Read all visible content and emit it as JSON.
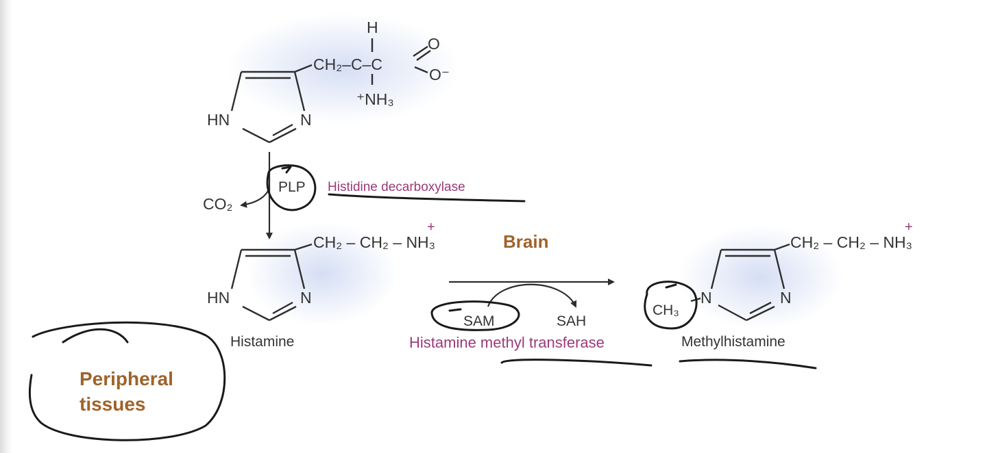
{
  "colors": {
    "enzyme": "#9b3a7a",
    "location": "#a0622a",
    "structure": "#333333",
    "glow": "#c7d3f0"
  },
  "histidine": {
    "hn": "HN",
    "n": "N",
    "side_chain": "CH₂–C–C",
    "h": "H",
    "o": "O",
    "o_minus": "O⁻",
    "amine": "⁺NH₃"
  },
  "step1": {
    "cofactor": "PLP",
    "enzyme": "Histidine decarboxylase",
    "byproduct": "CO₂"
  },
  "histamine": {
    "hn": "HN",
    "n": "N",
    "side_chain": "CH₂ – CH₂ – NH₃",
    "plus": "+",
    "name": "Histamine"
  },
  "step2": {
    "location": "Brain",
    "donor": "SAM",
    "product": "SAH",
    "enzyme": "Histamine methyl transferase"
  },
  "methylhistamine": {
    "methyl": "CH₃",
    "n1": "N",
    "n": "N",
    "side_chain": "CH₂ – CH₂ – NH₃",
    "plus": "+",
    "name": "Methylhistamine"
  },
  "location2": {
    "line1": "Peripheral",
    "line2": "tissues"
  }
}
